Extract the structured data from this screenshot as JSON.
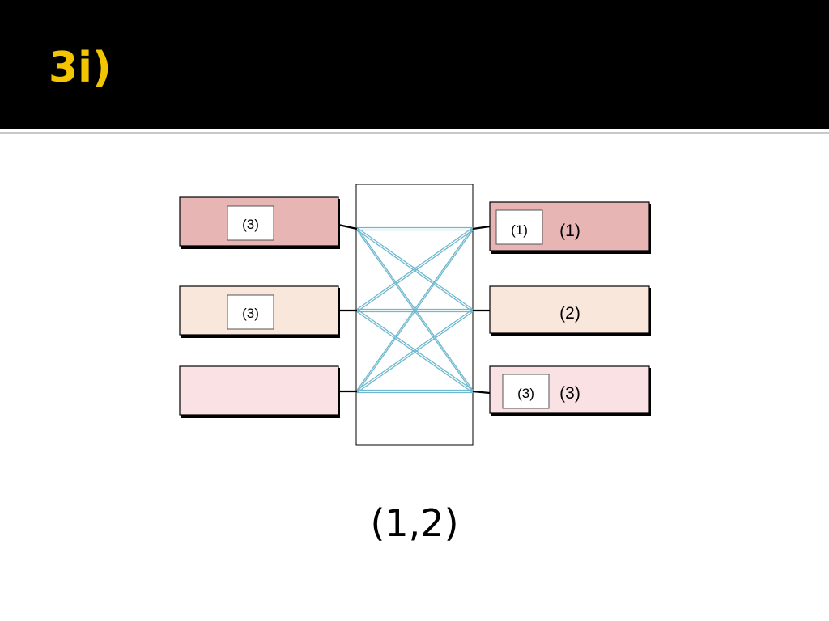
{
  "slide": {
    "title": "3i)"
  },
  "diagram": {
    "left_ports": [
      {
        "color": "#e8b5b5",
        "packet": "(3)"
      },
      {
        "color": "#f9e7dc",
        "packet": "(3)"
      },
      {
        "color": "#f9e1e4",
        "packet": ""
      }
    ],
    "right_ports": [
      {
        "color": "#e8b5b5",
        "packet": "(1)",
        "label": "(1)"
      },
      {
        "color": "#f9e7dc",
        "packet": "",
        "label": "(2)"
      },
      {
        "color": "#f9e1e4",
        "packet": "(3)",
        "label": "(3)"
      }
    ],
    "crossbar_color": "#6fb8cf"
  },
  "caption": "(1,2)"
}
